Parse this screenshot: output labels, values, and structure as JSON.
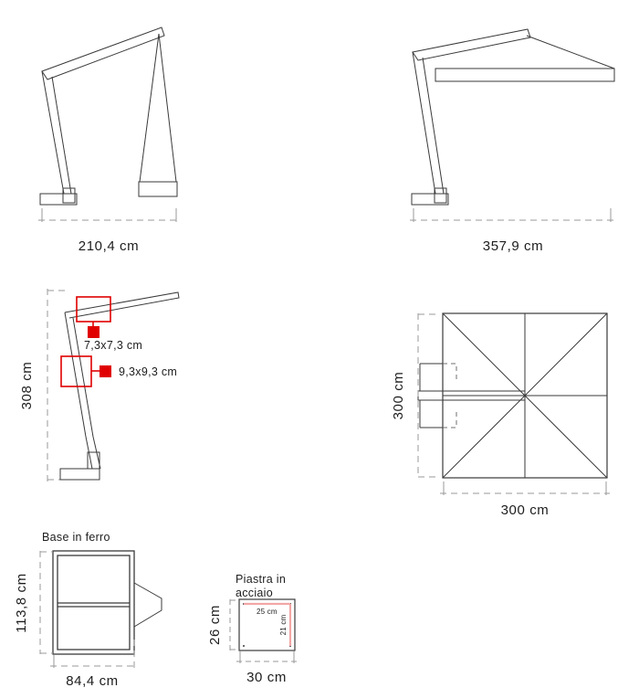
{
  "drawing": {
    "title": "Parasol technical drawing sheet",
    "colors": {
      "outline": "#3a3a3a",
      "dimension_line": "#9a9a9a",
      "annotation_red": "#e00000",
      "annotation_pink": "#f2a6a6",
      "background": "#ffffff"
    }
  },
  "views": {
    "side_closed": {
      "name": "Side view, canopy closed",
      "width_dimension": "210,4 cm"
    },
    "front_open": {
      "name": "Front view, canopy open",
      "width_dimension": "357,9 cm"
    },
    "side_detail": {
      "name": "Side view with pole section callouts",
      "height_dimension": "308 cm",
      "callouts": [
        {
          "id": "upper-arm",
          "label": "7,3x7,3 cm"
        },
        {
          "id": "lower-pole",
          "label": "9,3x9,3 cm"
        }
      ]
    },
    "top_plan": {
      "name": "Top plan view of canopy",
      "height_dimension": "300 cm",
      "width_dimension": "300 cm"
    },
    "iron_base": {
      "name": "Iron base plan view",
      "title": "Base in ferro",
      "height_dimension": "113,8 cm",
      "width_dimension": "84,4 cm"
    },
    "steel_plate": {
      "name": "Steel plate plan view",
      "title_line1": "Piastra in",
      "title_line2": "acciaio",
      "height_dimension": "26 cm",
      "width_dimension": "30 cm",
      "inner_width_dimension": "25 cm",
      "inner_height_dimension": "21 cm"
    }
  }
}
